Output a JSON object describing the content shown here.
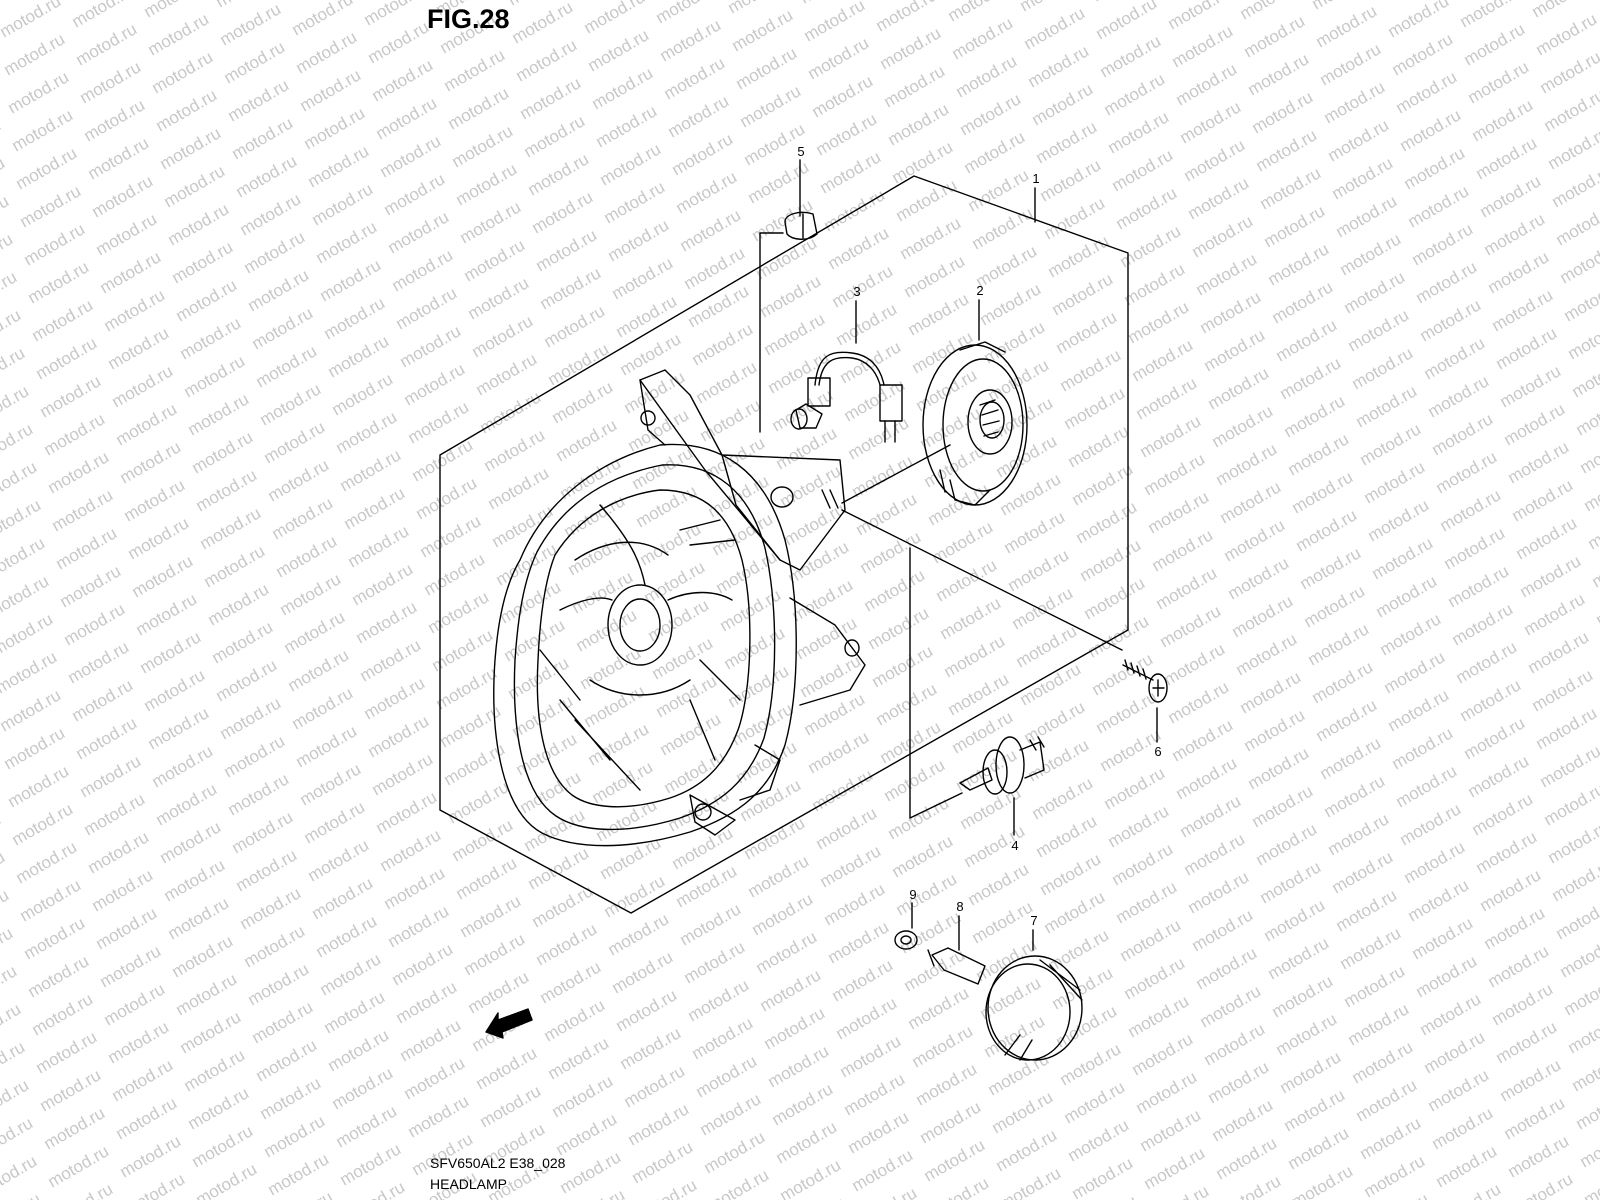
{
  "figure": {
    "title": "FIG.28"
  },
  "footer": {
    "model_code": "SFV650AL2 E38_028",
    "caption": "HEADLAMP"
  },
  "watermark": {
    "text": "motod.ru",
    "color": "#c8c8c8"
  },
  "fwd_label": "FWD",
  "callouts": [
    "1",
    "2",
    "3",
    "4",
    "5",
    "6",
    "7",
    "8",
    "9"
  ],
  "parts": [
    {
      "ref": "1",
      "part": "headlamp-assembly"
    },
    {
      "ref": "2",
      "part": "bulb-socket-cover"
    },
    {
      "ref": "3",
      "part": "position-lamp-socket-harness"
    },
    {
      "ref": "4",
      "part": "headlamp-bulb"
    },
    {
      "ref": "5",
      "part": "position-bulb"
    },
    {
      "ref": "6",
      "part": "screw"
    },
    {
      "ref": "7",
      "part": "reflex-reflector"
    },
    {
      "ref": "8",
      "part": "stud"
    },
    {
      "ref": "9",
      "part": "washer"
    }
  ]
}
